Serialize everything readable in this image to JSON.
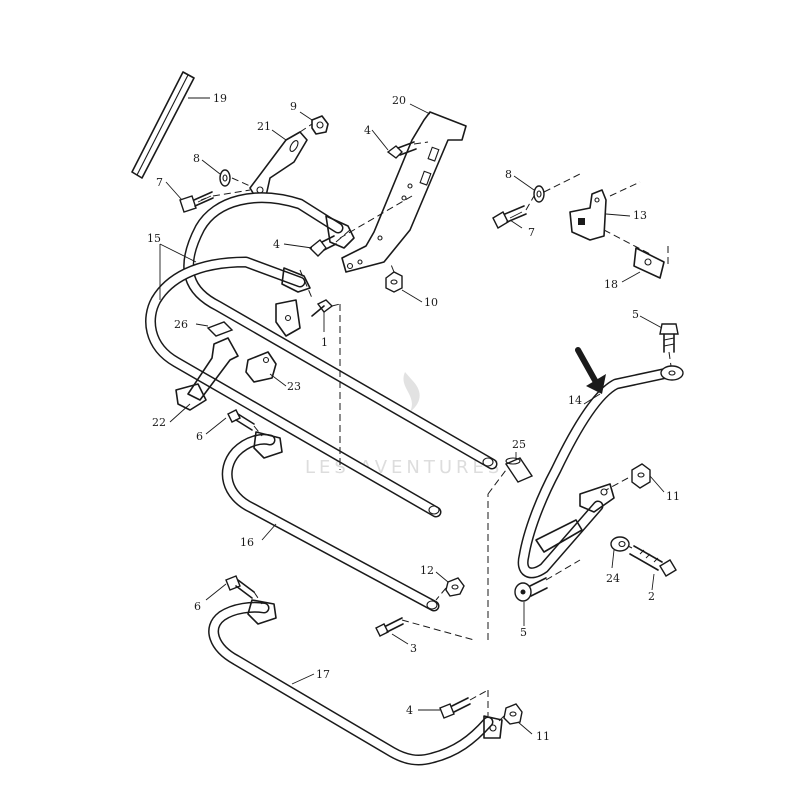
{
  "watermark": "LES AVENTURES",
  "labels": {
    "l19": "19",
    "l9": "9",
    "l20": "20",
    "l21": "21",
    "l4a": "4",
    "l8a": "8",
    "l7a": "7",
    "l8b": "8",
    "l13": "13",
    "l7b": "7",
    "l15": "15",
    "l4b": "4",
    "l10": "10",
    "l18": "18",
    "l5a": "5",
    "l26": "26",
    "l1": "1",
    "l23": "23",
    "l14": "14",
    "l22": "22",
    "l6a": "6",
    "l25": "25",
    "l11a": "11",
    "l16": "16",
    "l24": "24",
    "l12": "12",
    "l2": "2",
    "l5b": "5",
    "l6b": "6",
    "l3": "3",
    "l17": "17",
    "l4c": "4",
    "l11b": "11"
  },
  "colors": {
    "line": "#1a1a1a",
    "background": "#ffffff",
    "watermark": "#cfcfcf"
  },
  "icons": {
    "pointer": "arrow-pointer-icon"
  }
}
